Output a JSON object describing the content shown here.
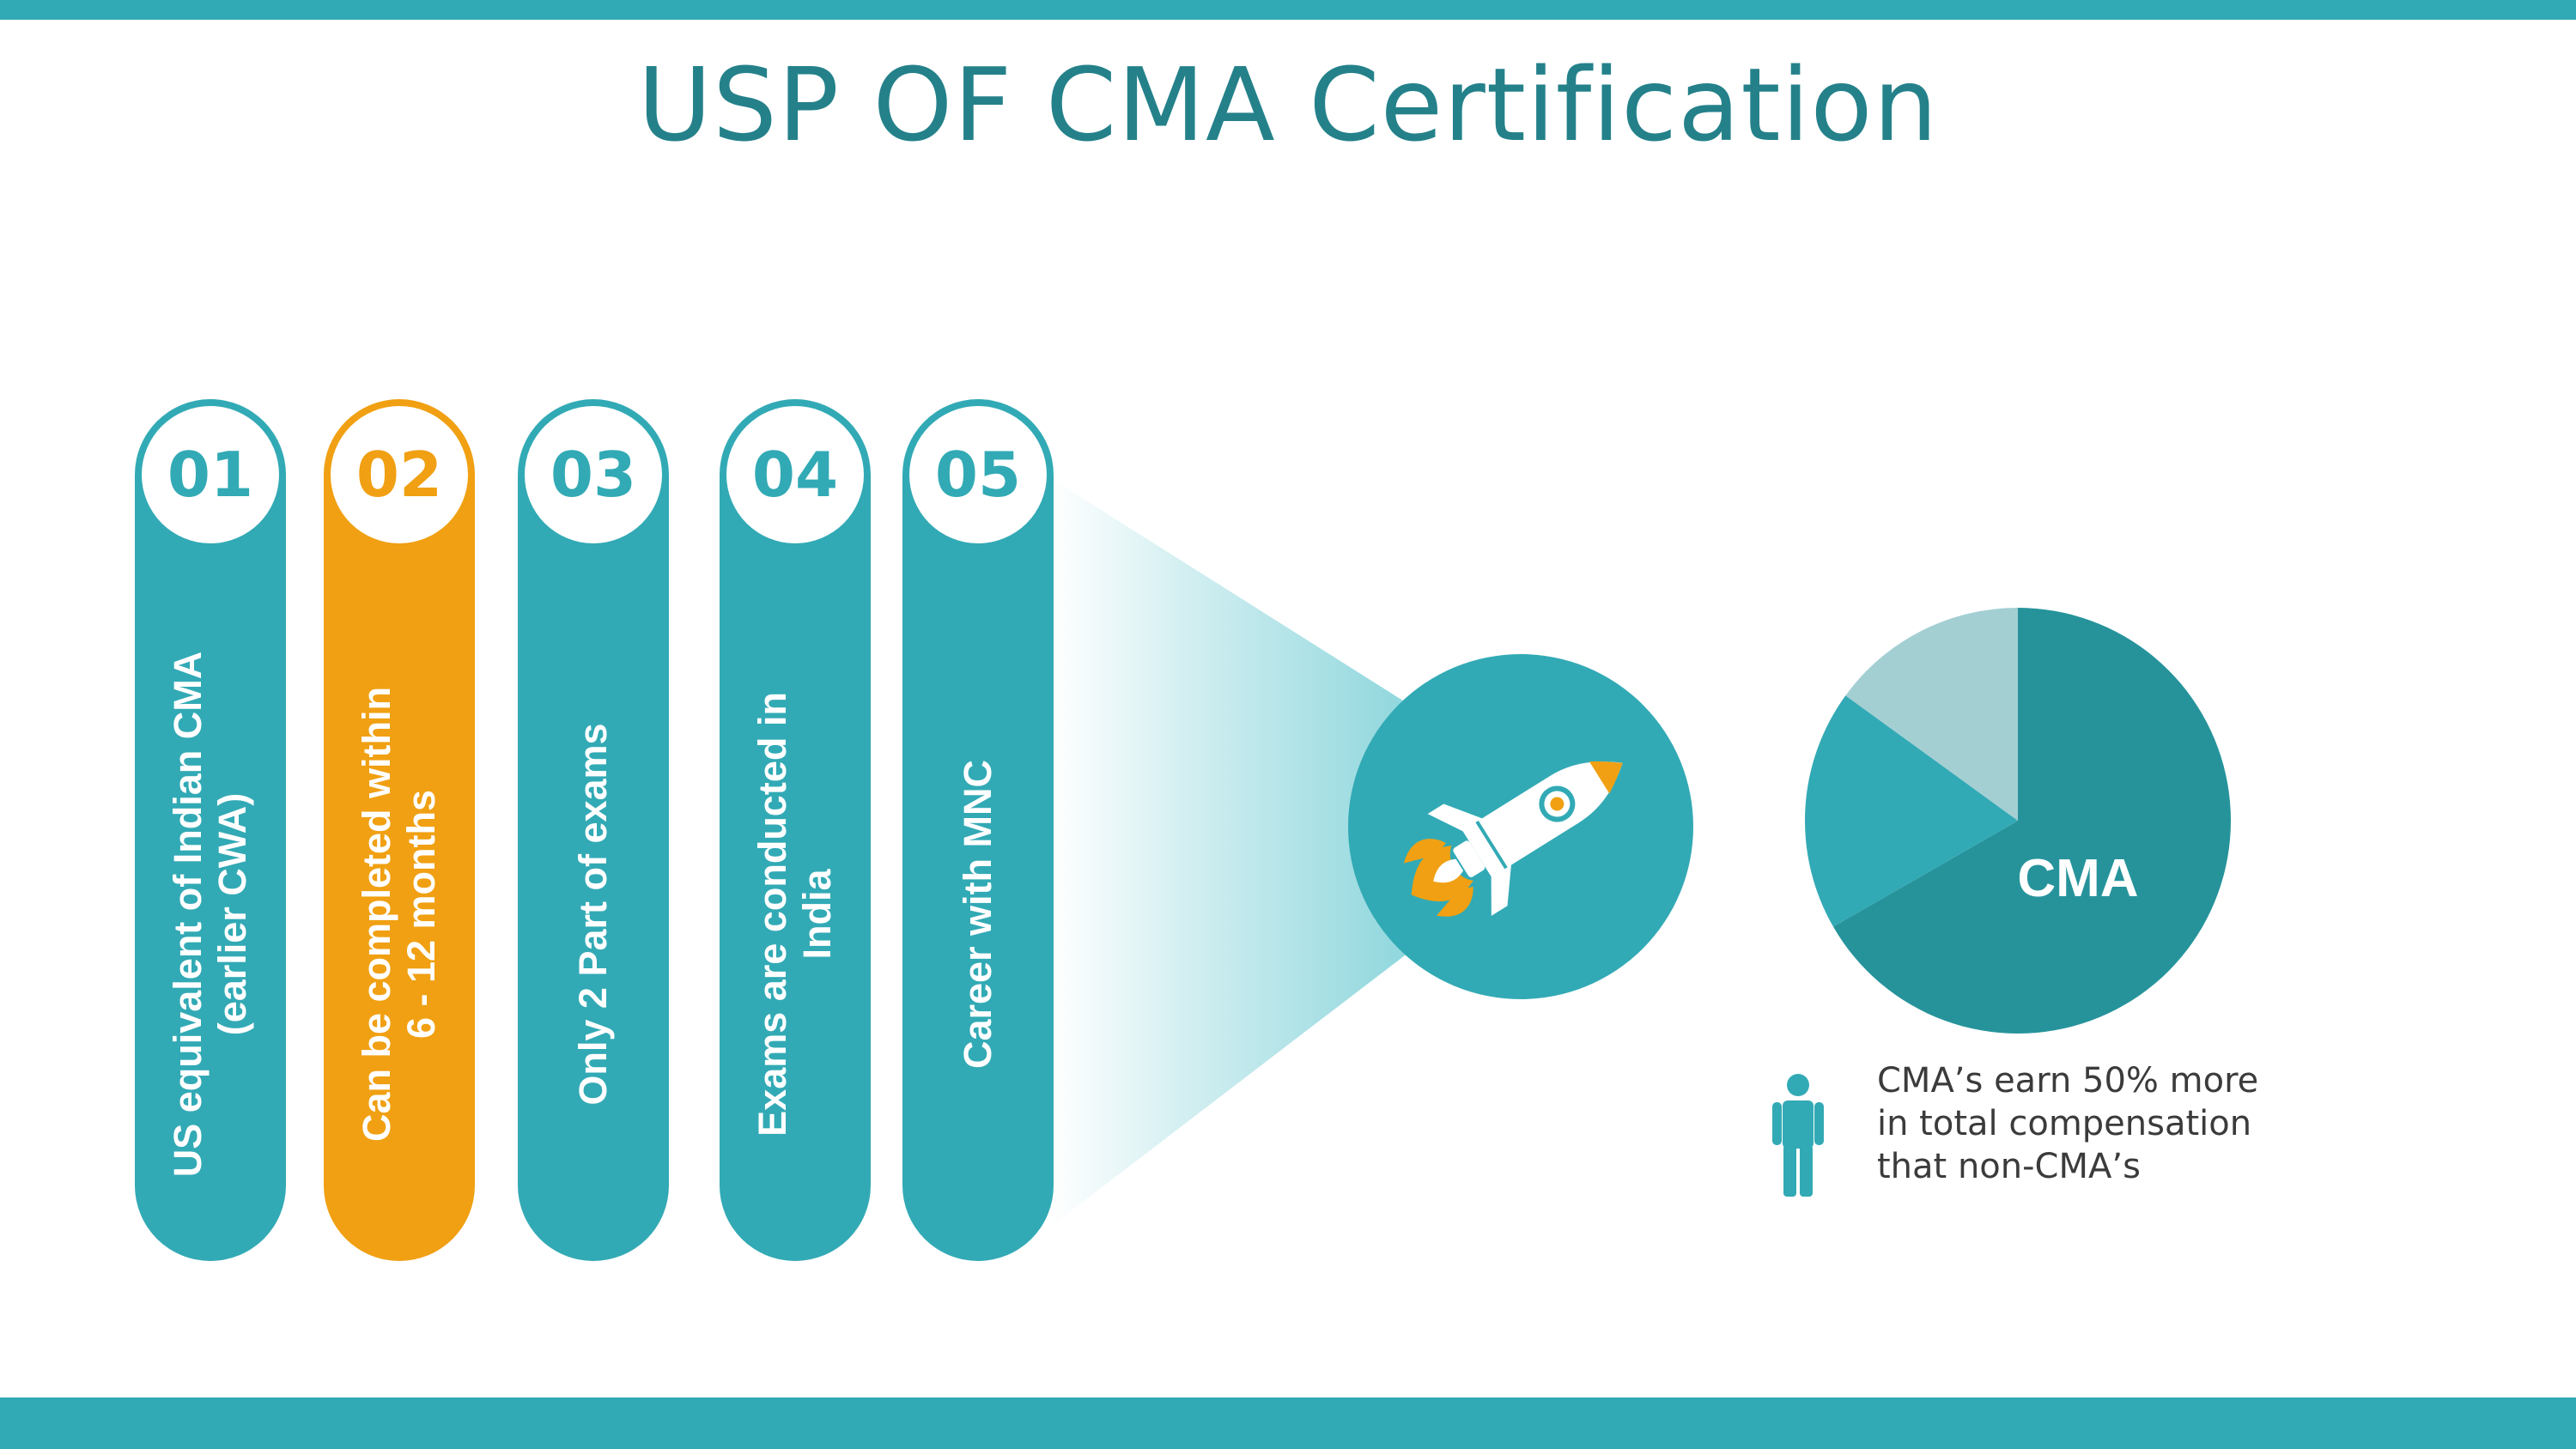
{
  "title": "USP OF CMA Certification",
  "colors": {
    "teal": "#32aab5",
    "dark_teal": "#26939b",
    "light_teal": "#a3cfd3",
    "orange": "#f0a012"
  },
  "items": [
    {
      "number": "01",
      "text": "US equivalent of Indian CMA\n(earlier CWA)",
      "color": "teal"
    },
    {
      "number": "02",
      "text": "Can be completed within\n6 - 12 months",
      "color": "orange"
    },
    {
      "number": "03",
      "text": "Only 2 Part of exams",
      "color": "teal"
    },
    {
      "number": "04",
      "text": "Exams are conducted in\nIndia",
      "color": "teal"
    },
    {
      "number": "05",
      "text": "Career with MNC",
      "color": "teal"
    }
  ],
  "rocket_icon": "rocket-icon",
  "pie": {
    "label": "CMA",
    "slices": [
      {
        "color": "dark_teal",
        "fraction": 0.667
      },
      {
        "color": "teal",
        "fraction": 0.183
      },
      {
        "color": "light_teal",
        "fraction": 0.15
      }
    ]
  },
  "person_icon": "person-icon",
  "stat": "CMA’s earn 50% more\nin total compensation\nthat non-CMA’s"
}
